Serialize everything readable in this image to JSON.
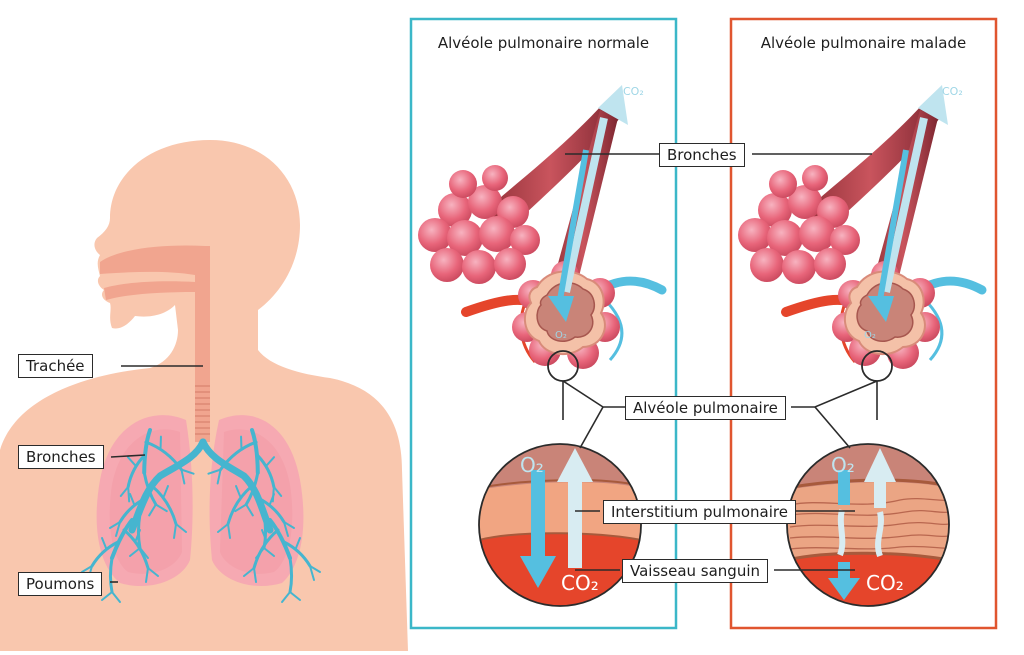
{
  "panels": {
    "normal_title": "Alvéole pulmonaire normale",
    "diseased_title": "Alvéole pulmonaire malade"
  },
  "labels": {
    "trachee": "Trachée",
    "bronches_body": "Bronches",
    "poumons": "Poumons",
    "bronches_center": "Bronches",
    "alveole": "Alvéole pulmonaire",
    "interstitium": "Interstitium pulmonaire",
    "vaisseau": "Vaisseau sanguin"
  },
  "gases": {
    "o2": "O₂",
    "co2": "CO₂"
  },
  "colors": {
    "skin": "#f9c7ae",
    "airway": "#f1a58f",
    "lung": "#f6a9b2",
    "bronchi": "#46b5cf",
    "normal_frame": "#3bb7c8",
    "diseased_frame": "#e0552f",
    "alveoli": "#e8657a",
    "blood_red": "#e5452b",
    "arrow_light": "#bfe4ef",
    "arrow_blue": "#55bfe0"
  }
}
